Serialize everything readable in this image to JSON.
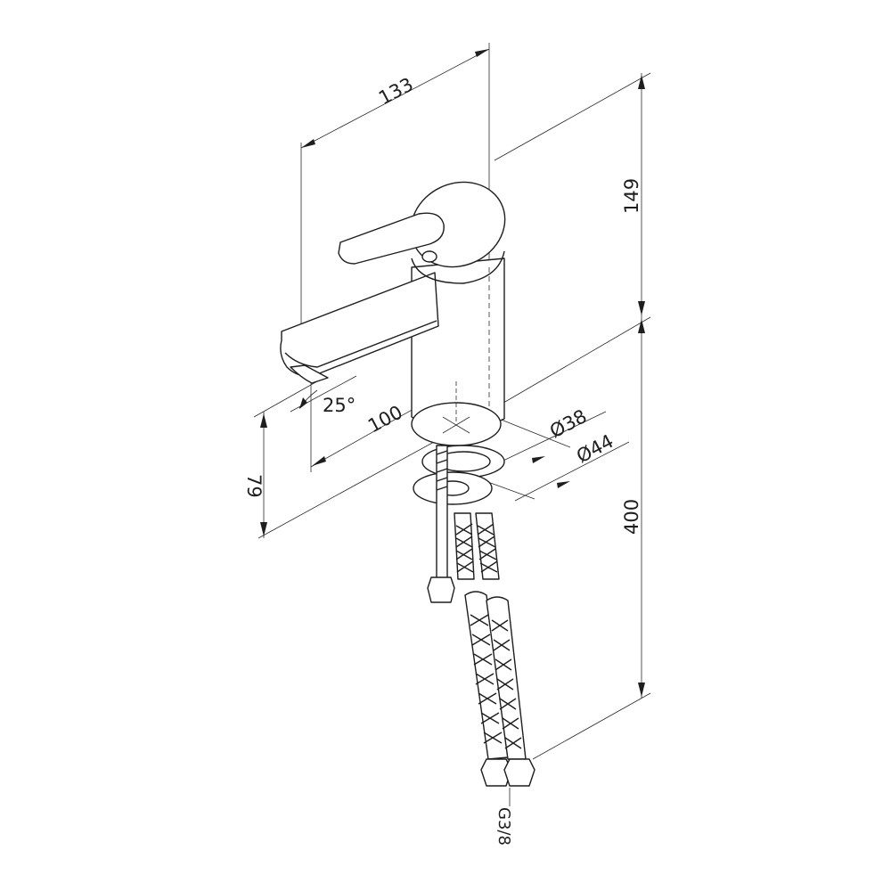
{
  "dimensions": {
    "width_top": "133",
    "height_upper": "149",
    "spout_reach": "100",
    "spout_height": "79",
    "total_height": "400",
    "diameter_inner": "Ø38",
    "diameter_outer": "Ø44",
    "angle": "25°",
    "thread": "G3/8"
  }
}
